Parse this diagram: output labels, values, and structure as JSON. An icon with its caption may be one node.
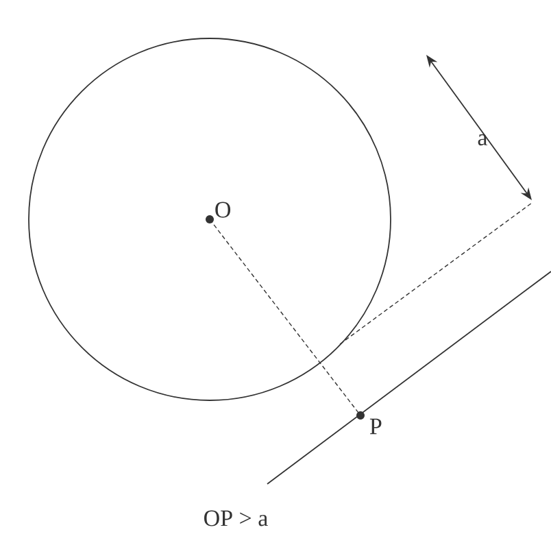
{
  "diagram": {
    "nodes": [
      {
        "text": [
          "O"
        ]
      },
      {
        "text": [
          "P"
        ]
      }
    ],
    "edges": [
      {
        "from": 0,
        "to": 1,
        "arrow": "none",
        "style": "dashed"
      }
    ],
    "labels": [
      "a",
      "OP > a"
    ]
  }
}
